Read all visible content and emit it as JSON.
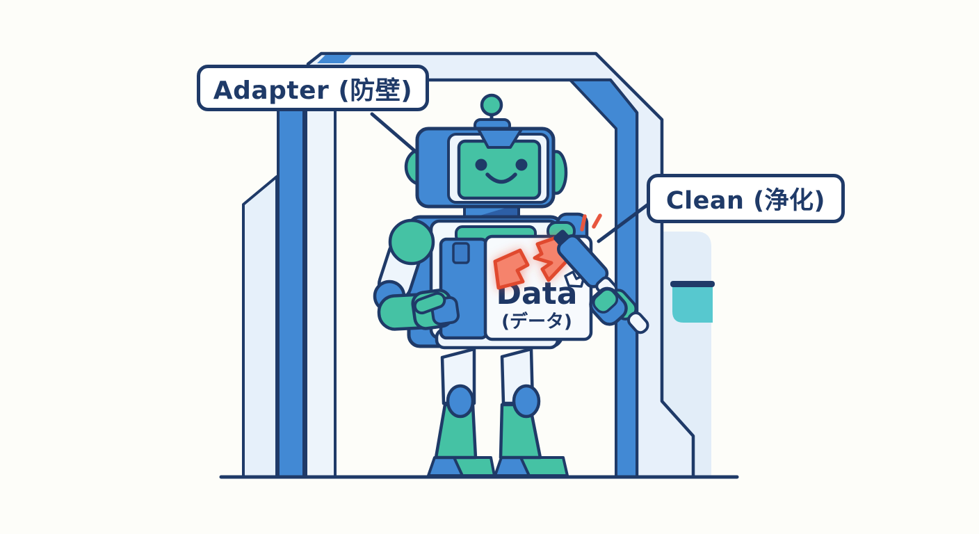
{
  "illustration": {
    "background": "#fdfdf9",
    "labels": {
      "adapter": {
        "text": "Adapter (防壁)"
      },
      "clean": {
        "text": "Clean (浄化)"
      }
    },
    "data_box": {
      "title": "Data",
      "subtitle": "(データ)"
    },
    "figures": [
      {
        "name": "security-gate",
        "description": "blue archway gate with sensor panel"
      },
      {
        "name": "robot-mascot",
        "description": "friendly teal-and-blue robot holding a data box"
      },
      {
        "name": "corrupted-data-fragments",
        "description": "broken red data pieces on the data box"
      },
      {
        "name": "cleaning-tool",
        "description": "handheld scraper tool removing corrupted data"
      },
      {
        "name": "alert-sparks",
        "description": "red sparks at tool contact point"
      }
    ],
    "palette": {
      "outline_navy": "#1f3a68",
      "blue": "#4289d4",
      "pale_blue": "#dfeaf7",
      "pale_blue_light": "#e9f2fb",
      "teal_green": "#45c2a4",
      "teal_cyan": "#57c8cf",
      "coral_red": "#ef6a50",
      "coral_stroke": "#e0492f",
      "white": "#ffffff"
    }
  }
}
